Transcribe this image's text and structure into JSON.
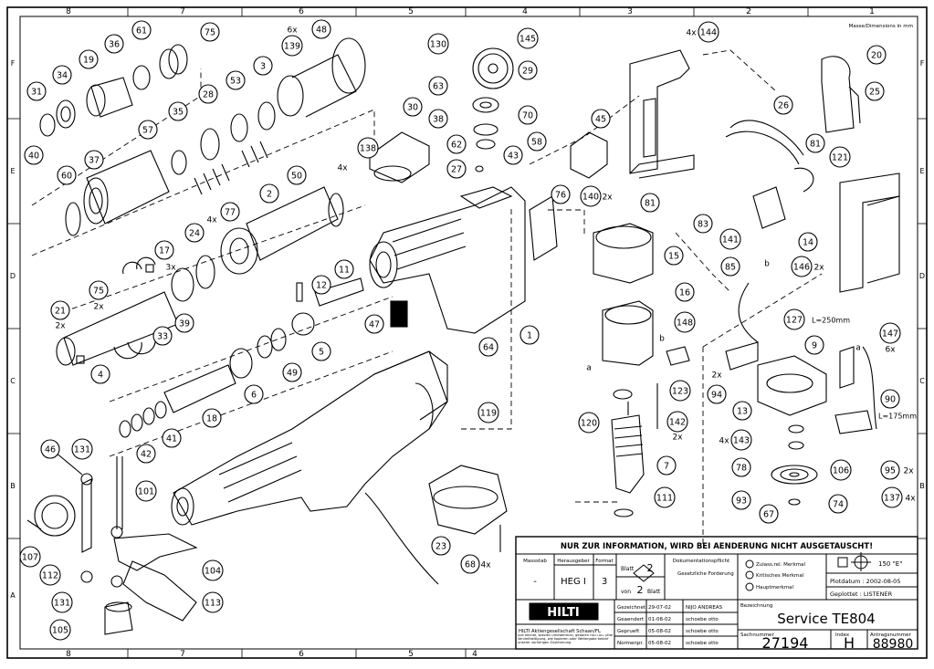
{
  "frame": {
    "col_labels": [
      "8",
      "7",
      "6",
      "5",
      "4",
      "3",
      "2",
      "1"
    ],
    "row_labels": [
      "F",
      "E",
      "D",
      "C",
      "B",
      "A"
    ],
    "dimensions_note": "Masse/Dimensions in mm"
  },
  "callouts": [
    {
      "label": "75"
    },
    {
      "label": "61"
    },
    {
      "label": "36"
    },
    {
      "label": "19"
    },
    {
      "label": "34"
    },
    {
      "label": "31"
    },
    {
      "label": "40"
    },
    {
      "label": "60"
    },
    {
      "label": "37"
    },
    {
      "label": "57"
    },
    {
      "label": "35"
    },
    {
      "label": "28"
    },
    {
      "label": "53"
    },
    {
      "label": "3"
    },
    {
      "label": "139"
    },
    {
      "label": "6x"
    },
    {
      "label": "48"
    },
    {
      "label": "50"
    },
    {
      "label": "2"
    },
    {
      "label": "77"
    },
    {
      "label": "4x"
    },
    {
      "label": "24"
    },
    {
      "label": "17"
    },
    {
      "label": "3x"
    },
    {
      "label": "75"
    },
    {
      "label": "2x"
    },
    {
      "label": "21"
    },
    {
      "label": "2x"
    },
    {
      "label": "4"
    },
    {
      "label": "33"
    },
    {
      "label": "39"
    },
    {
      "label": "12"
    },
    {
      "label": "11"
    },
    {
      "label": "5"
    },
    {
      "label": "49"
    },
    {
      "label": "6"
    },
    {
      "label": "18"
    },
    {
      "label": "41"
    },
    {
      "label": "42"
    },
    {
      "label": "130"
    },
    {
      "label": "145"
    },
    {
      "label": "29"
    },
    {
      "label": "63"
    },
    {
      "label": "70"
    },
    {
      "label": "62"
    },
    {
      "label": "27"
    },
    {
      "label": "30"
    },
    {
      "label": "38"
    },
    {
      "label": "138"
    },
    {
      "label": "4x"
    },
    {
      "label": "43"
    },
    {
      "label": "58"
    },
    {
      "label": "45"
    },
    {
      "label": "76"
    },
    {
      "label": "140"
    },
    {
      "label": "2x"
    },
    {
      "label": "47"
    },
    {
      "label": "1"
    },
    {
      "label": "64"
    },
    {
      "label": "119"
    },
    {
      "label": "144"
    },
    {
      "label": "4x"
    },
    {
      "label": "20"
    },
    {
      "label": "25"
    },
    {
      "label": "26"
    },
    {
      "label": "81"
    },
    {
      "label": "121"
    },
    {
      "label": "81"
    },
    {
      "label": "83"
    },
    {
      "label": "15"
    },
    {
      "label": "141"
    },
    {
      "label": "14"
    },
    {
      "label": "85"
    },
    {
      "label": "146"
    },
    {
      "label": "2x"
    },
    {
      "label": "16"
    },
    {
      "label": "148"
    },
    {
      "label": "b"
    },
    {
      "label": "a"
    },
    {
      "label": "123"
    },
    {
      "label": "120"
    },
    {
      "label": "142"
    },
    {
      "label": "2x"
    },
    {
      "label": "7"
    },
    {
      "label": "111"
    },
    {
      "label": "127"
    },
    {
      "label": "L=250mm"
    },
    {
      "label": "147"
    },
    {
      "label": "6x"
    },
    {
      "label": "9"
    },
    {
      "label": "a"
    },
    {
      "label": "b"
    },
    {
      "label": "2x"
    },
    {
      "label": "94"
    },
    {
      "label": "13"
    },
    {
      "label": "90"
    },
    {
      "label": "L=175mm"
    },
    {
      "label": "143"
    },
    {
      "label": "4x"
    },
    {
      "label": "78"
    },
    {
      "label": "106"
    },
    {
      "label": "95"
    },
    {
      "label": "2x"
    },
    {
      "label": "93"
    },
    {
      "label": "74"
    },
    {
      "label": "137"
    },
    {
      "label": "4x"
    },
    {
      "label": "67"
    },
    {
      "label": "46"
    },
    {
      "label": "131"
    },
    {
      "label": "101"
    },
    {
      "label": "107"
    },
    {
      "label": "112"
    },
    {
      "label": "131"
    },
    {
      "label": "104"
    },
    {
      "label": "113"
    },
    {
      "label": "105"
    },
    {
      "label": "23"
    },
    {
      "label": "68"
    },
    {
      "label": "4x"
    }
  ],
  "title_block": {
    "banner": "NUR ZUR INFORMATION, WIRD BEI AENDERUNG NICHT AUSGETAUSCHT!",
    "massstab_label": "Massstab",
    "massstab_value": "-",
    "herausgeber_label": "Herausgeber",
    "herausgeber_value": "HEG I",
    "format_label": "Format",
    "format_value": "3",
    "blatt_label": "Blatt",
    "blatt_value": "2",
    "von_label": "von",
    "von_value": "2",
    "blatt2_label": "Blatt",
    "dokumentation_label": "Dokumentationspflicht",
    "gesetzliche_label": "Gesetzliche Forderung",
    "legend": [
      "Zulass.rel. Merkmal",
      "Kritisches Merkmal",
      "Hauptmerkmal"
    ],
    "projection_value": "150 \"E\"",
    "plotdatum": "Plotdatum : 2002-08-05",
    "geplottet": "Geplottet : LISTENER",
    "logo_text": "HILTI",
    "company": "HILTI Aktiengesellschaft Schaan/FL",
    "legal": "Alle Rechte, speziell Urheberrecht, geboren HILTI AG. Jede Vervielfaeltigung, wie kopieren oder Weitergabe bedarf unserer vorherigen Zustimmung",
    "approvals": [
      {
        "role": "Gezeichnet",
        "date": "29-07-02",
        "name": "NIJO ANDREAS"
      },
      {
        "role": "Geaendert",
        "date": "01-08-02",
        "name": "schoebe otto"
      },
      {
        "role": "Geprueft",
        "date": "05-08-02",
        "name": "schoebe otto"
      },
      {
        "role": "Normenpr.",
        "date": "05-08-02",
        "name": "schoebe otto"
      }
    ],
    "bezeichnung_label": "Bezeichnung",
    "bezeichnung_value": "Service TE804",
    "sachnummer_label": "Sachnummer",
    "sachnummer_value": "27194",
    "index_label": "Index",
    "index_value": "H",
    "antrag_label": "Antragsnummer",
    "antrag_value": "88980"
  }
}
